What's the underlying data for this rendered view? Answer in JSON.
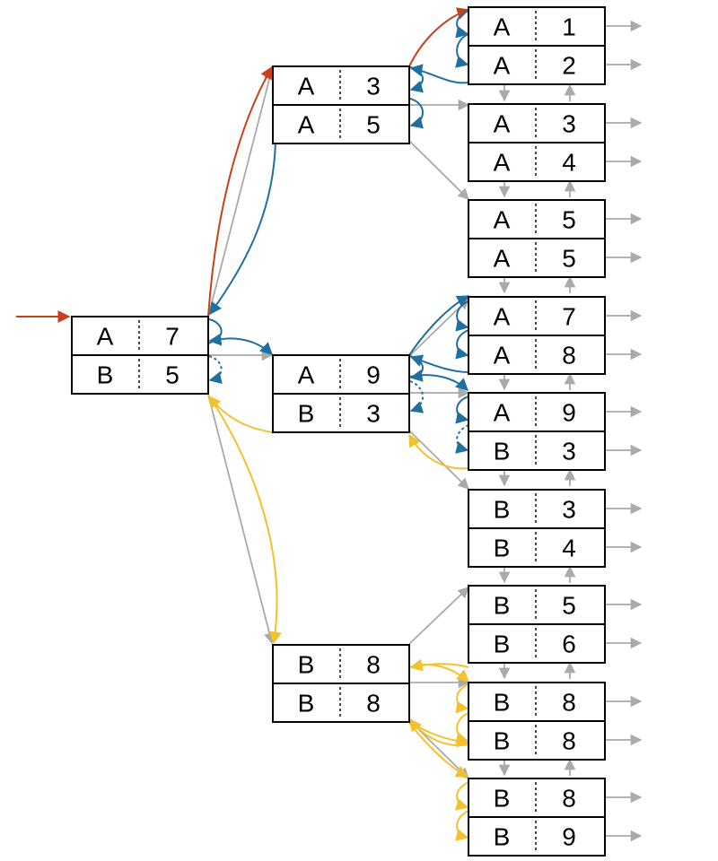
{
  "colors": {
    "red": "#c8401a",
    "blue": "#1f6fa0",
    "yellow": "#f2c12e",
    "gray": "#aaaaaa",
    "box": "#000000"
  },
  "root": {
    "id": "root",
    "rows": [
      [
        "A",
        "7"
      ],
      [
        "B",
        "5"
      ]
    ]
  },
  "level1": [
    {
      "id": "n1",
      "rows": [
        [
          "A",
          "3"
        ],
        [
          "A",
          "5"
        ]
      ]
    },
    {
      "id": "n2",
      "rows": [
        [
          "A",
          "9"
        ],
        [
          "B",
          "3"
        ]
      ]
    },
    {
      "id": "n3",
      "rows": [
        [
          "B",
          "8"
        ],
        [
          "B",
          "8"
        ]
      ]
    }
  ],
  "leaves": [
    {
      "id": "l1",
      "rows": [
        [
          "A",
          "1"
        ],
        [
          "A",
          "2"
        ]
      ]
    },
    {
      "id": "l2",
      "rows": [
        [
          "A",
          "3"
        ],
        [
          "A",
          "4"
        ]
      ]
    },
    {
      "id": "l3",
      "rows": [
        [
          "A",
          "5"
        ],
        [
          "A",
          "5"
        ]
      ]
    },
    {
      "id": "l4",
      "rows": [
        [
          "A",
          "7"
        ],
        [
          "A",
          "8"
        ]
      ]
    },
    {
      "id": "l5",
      "rows": [
        [
          "A",
          "9"
        ],
        [
          "B",
          "3"
        ]
      ]
    },
    {
      "id": "l6",
      "rows": [
        [
          "B",
          "3"
        ],
        [
          "B",
          "4"
        ]
      ]
    },
    {
      "id": "l7",
      "rows": [
        [
          "B",
          "5"
        ],
        [
          "B",
          "6"
        ]
      ]
    },
    {
      "id": "l8",
      "rows": [
        [
          "B",
          "8"
        ],
        [
          "B",
          "8"
        ]
      ]
    },
    {
      "id": "l9",
      "rows": [
        [
          "B",
          "8"
        ],
        [
          "B",
          "9"
        ]
      ]
    }
  ]
}
